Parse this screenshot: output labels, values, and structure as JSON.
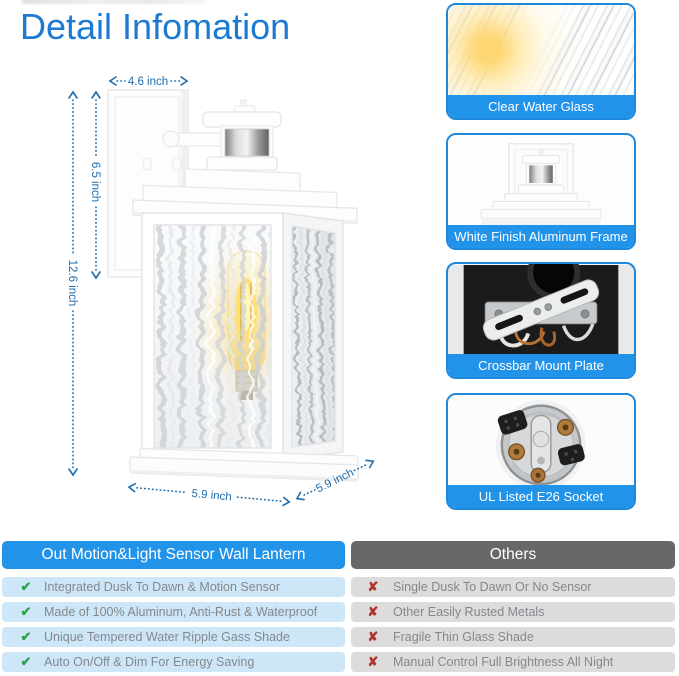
{
  "title": "Detail Infomation",
  "dimensions": {
    "top_width": "4.6 inch",
    "plate_height": "6.5 inch",
    "total_height": "12.6 inch",
    "base_width": "5.9 inch",
    "base_depth": "5.9 inch"
  },
  "callouts": [
    {
      "label": "Clear Water Glass"
    },
    {
      "label": "White Finish Aluminum Frame"
    },
    {
      "label": "Crossbar Mount Plate"
    },
    {
      "label": "UL Listed E26 Socket"
    }
  ],
  "comparison": {
    "left": {
      "header": "Out Motion&Light Sensor Wall Lantern",
      "rows": [
        "Integrated Dusk To Dawn & Motion Sensor",
        "Made of 100% Aluminum, Anti-Rust & Waterproof",
        "Unique Tempered Water Ripple Gass Shade",
        "Auto On/Off & Dim For Energy Saving"
      ]
    },
    "right": {
      "header": "Others",
      "rows": [
        "Single Dusk To Dawn Or No Sensor",
        "Other Easily Rusted Metals",
        "Fragile Thin Glass Shade",
        "Manual Control Full Brightness All Night"
      ]
    }
  },
  "icons": {
    "pro": "✔",
    "con": "✘"
  },
  "colors": {
    "title_blue": "#1c7ad2",
    "dimension_blue": "#1d6cad",
    "accent_blue": "#2193e8",
    "header_gray": "#686868",
    "row_blue": "#cee7f8",
    "row_gray": "#dcdcdc",
    "check_green": "#2ea24e",
    "cross_red": "#b23430"
  }
}
